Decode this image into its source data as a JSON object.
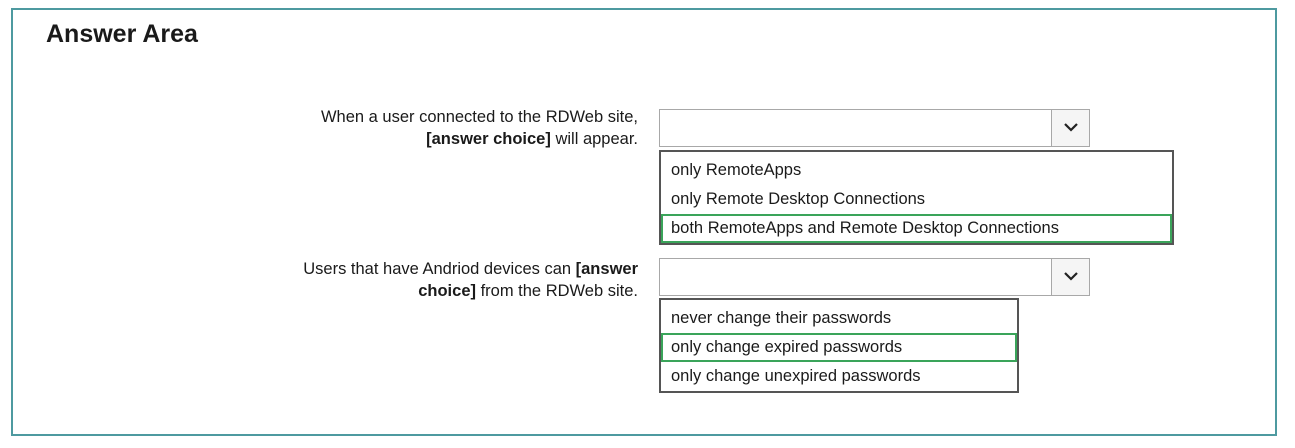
{
  "title": "Answer Area",
  "q1": {
    "prompt_line1": "When a user connected to the RDWeb site,",
    "prompt_line2_bold": "[answer choice]",
    "prompt_line2_rest": " will appear.",
    "options": [
      "only RemoteApps",
      "only Remote Desktop Connections",
      "both RemoteApps and Remote Desktop Connections"
    ],
    "selected_index": 2
  },
  "q2": {
    "prompt_line1_pre": "Users that have Andriod devices can ",
    "prompt_line1_bold": "[answer",
    "prompt_line2_bold": "choice]",
    "prompt_line2_rest": " from the RDWeb site.",
    "options": [
      "never change their passwords",
      "only change expired passwords",
      "only change unexpired passwords"
    ],
    "selected_index": 1
  },
  "colors": {
    "frame": "#4e9aa0",
    "selected_border": "#3aa45a"
  },
  "icons": {
    "dropdown": "chevron-down-icon"
  }
}
